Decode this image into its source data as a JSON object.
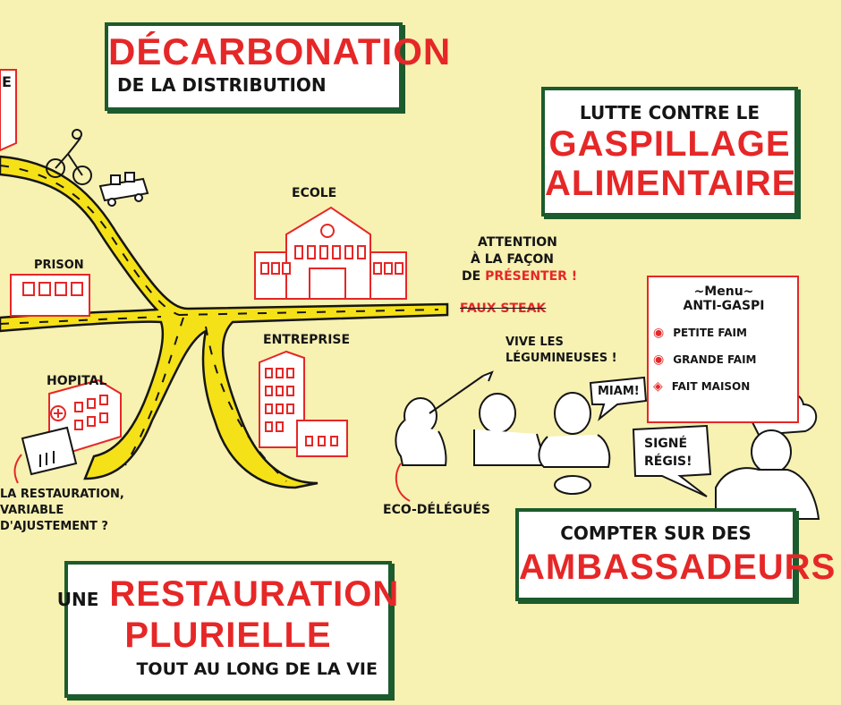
{
  "sections": {
    "decarbonation": {
      "title": "DÉCARBONATION",
      "subtitle": "DE LA DISTRIBUTION"
    },
    "gaspillage": {
      "line1": "LUTTE CONTRE LE",
      "line2": "GASPILLAGE",
      "line3": "ALIMENTAIRE"
    },
    "restauration": {
      "pre": "UNE",
      "line1": "RESTAURATION",
      "line2": "PLURIELLE",
      "line3": "TOUT AU LONG DE LA VIE"
    },
    "ambassadeurs": {
      "line1": "COMPTER SUR DES",
      "line2": "AMBASSADEURS"
    }
  },
  "places": {
    "ecole": "ECOLE",
    "prison": "PRISON",
    "entreprise": "ENTREPRISE",
    "hopital": "HOPITAL"
  },
  "notes": {
    "attention_1": "ATTENTION",
    "attention_2": "À LA FAÇON",
    "attention_3a": "DE",
    "attention_3b": "PRÉSENTER !",
    "crossed": "FAUX STEAK",
    "vive_1": "VIVE LES",
    "vive_2": "LÉGUMINEUSES !",
    "miam": "MIAM!",
    "signe_1": "SIGNÉ",
    "signe_2": "RÉGIS!",
    "eco": "ECO-DÉLÉGUÉS",
    "resto_1": "LA RESTAURATION,",
    "resto_2": "VARIABLE",
    "resto_3": "D'AJUSTEMENT ?",
    "edge_top": "E"
  },
  "menu": {
    "title": "~Menu~",
    "subtitle": "ANTI-GASPI",
    "items": [
      "PETITE FAIM",
      "GRANDE FAIM",
      "FAIT MAISON"
    ]
  },
  "colors": {
    "background": "#f7f1b2",
    "accent_red": "#e62727",
    "frame_green": "#1c5b2d",
    "road_yellow": "#f5e117"
  }
}
